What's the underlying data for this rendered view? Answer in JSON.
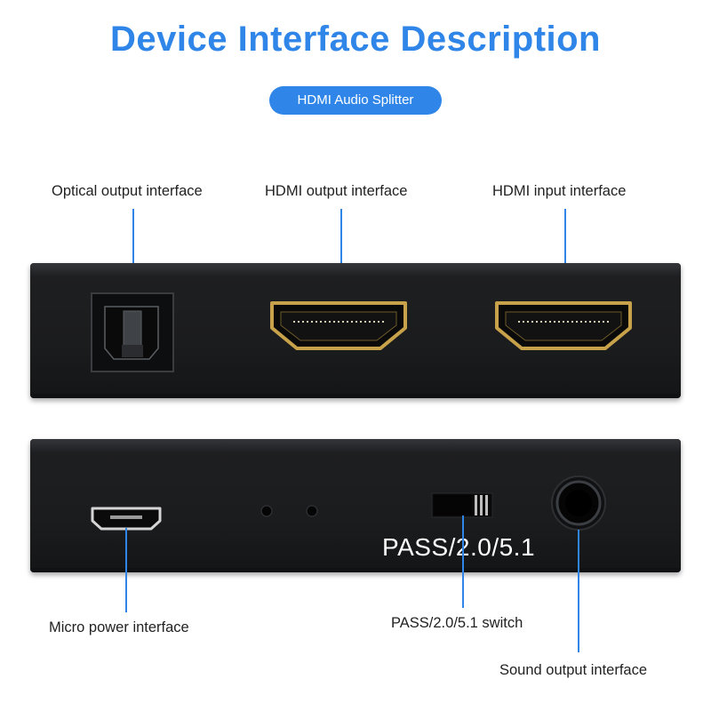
{
  "header": {
    "title": "Device Interface Description",
    "subtitle": "HDMI Audio Splitter"
  },
  "top_panel": {
    "labels": {
      "optical": "Optical output interface",
      "hdmi_out": "HDMI output interface",
      "hdmi_in": "HDMI input interface"
    }
  },
  "bottom_panel": {
    "printed_label": "PASS/2.0/5.1",
    "labels": {
      "micro_power": "Micro power interface",
      "switch": "PASS/2.0/5.1 switch",
      "sound_out": "Sound output interface"
    }
  },
  "colors": {
    "title_blue": "#2f86e8",
    "pill_blue": "#2f86e8",
    "leader_blue": "#2f86e8",
    "device_black": "#1b1c1e",
    "hdmi_gold": "#c8a24a"
  },
  "icons": [
    "optical-toslink-port-icon",
    "hdmi-port-icon",
    "micro-usb-port-icon",
    "indicator-led-icon",
    "slide-switch-icon",
    "audio-jack-icon"
  ]
}
